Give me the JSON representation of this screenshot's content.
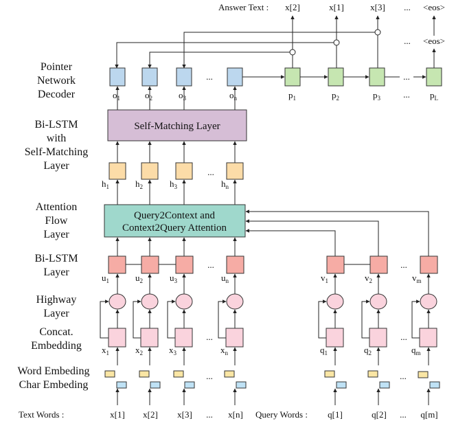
{
  "layers": {
    "decoder": [
      "Pointer",
      "Network",
      "Decoder"
    ],
    "selfmatch": [
      "Bi-LSTM",
      "with",
      "Self-Matching",
      "Layer"
    ],
    "attention": [
      "Attention",
      "Flow",
      "Layer"
    ],
    "bilstm": [
      "Bi-LSTM",
      "Layer"
    ],
    "highway": [
      "Highway",
      "Layer"
    ],
    "concat": [
      "Concat.",
      "Embedding"
    ],
    "embed": [
      "Word Embeding",
      "Char Embeding"
    ]
  },
  "boxes": {
    "self_matching": "Self-Matching Layer",
    "attention": [
      "Query2Context and",
      "Context2Query Attention"
    ]
  },
  "answer": {
    "label": "Answer Text :",
    "tokens": [
      "x[2]",
      "x[1]",
      "x[3]",
      "...",
      "<eos>"
    ],
    "eos2": "<eos>",
    "dots": "..."
  },
  "decoder_o": [
    {
      "b": "o",
      "s": "1"
    },
    {
      "b": "o",
      "s": "2"
    },
    {
      "b": "o",
      "s": "3"
    },
    {
      "b": "o",
      "s": "n"
    }
  ],
  "decoder_p": [
    {
      "b": "p",
      "s": "1"
    },
    {
      "b": "p",
      "s": "2"
    },
    {
      "b": "p",
      "s": "3"
    },
    {
      "b": "p",
      "s": "L"
    }
  ],
  "hidden_h": [
    {
      "b": "h",
      "s": "1"
    },
    {
      "b": "h",
      "s": "2"
    },
    {
      "b": "h",
      "s": "3"
    },
    {
      "b": "h",
      "s": "n"
    }
  ],
  "ctx_u": [
    {
      "b": "u",
      "s": "1"
    },
    {
      "b": "u",
      "s": "2"
    },
    {
      "b": "u",
      "s": "3"
    },
    {
      "b": "u",
      "s": "n"
    }
  ],
  "qry_v": [
    {
      "b": "v",
      "s": "1"
    },
    {
      "b": "v",
      "s": "2"
    },
    {
      "b": "v",
      "s": "m"
    }
  ],
  "ctx_x": [
    {
      "b": "x",
      "s": "1"
    },
    {
      "b": "x",
      "s": "2"
    },
    {
      "b": "x",
      "s": "3"
    },
    {
      "b": "x",
      "s": "n"
    }
  ],
  "qry_q": [
    {
      "b": "q",
      "s": "1"
    },
    {
      "b": "q",
      "s": "2"
    },
    {
      "b": "q",
      "s": "m"
    }
  ],
  "text_words": {
    "label": "Text Words :",
    "tokens": [
      "x[1]",
      "x[2]",
      "x[3]",
      "...",
      "x[n]"
    ]
  },
  "query_words": {
    "label": "Query Words :",
    "tokens": [
      "q[1]",
      "q[2]",
      "...",
      "q[m]"
    ]
  },
  "dots": "...",
  "colors": {
    "decoder_o": "#bcd7ee",
    "decoder_p": "#c6e6b1",
    "hidden": "#fcdca8",
    "selfmatch": "#d6bed6",
    "attention": "#9fd8cc",
    "bilstm": "#f6aca5",
    "concat": "#fad3dd",
    "highway": "#fad3dd",
    "word_emb": "#fae6a4",
    "char_emb": "#bfe2f5"
  }
}
